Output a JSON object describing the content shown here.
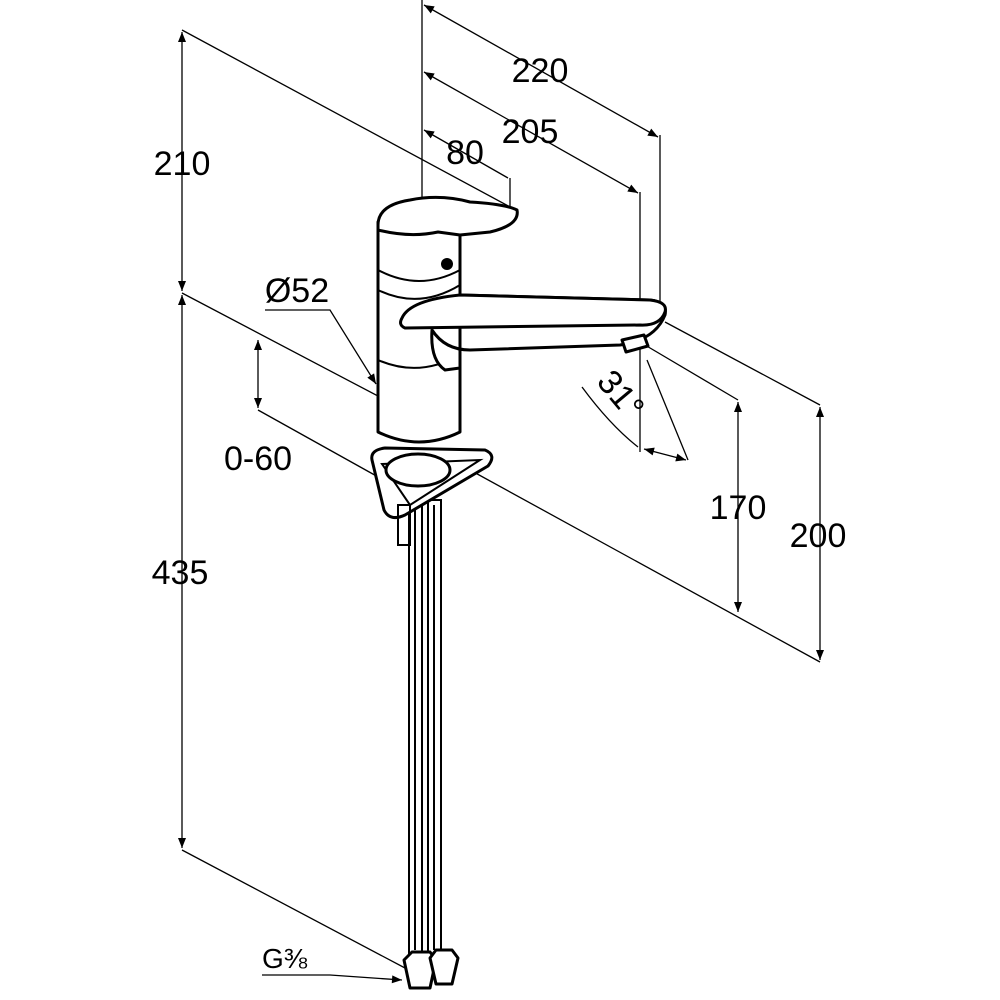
{
  "drawing": {
    "title": "Single-lever kitchen mixer dimension drawing",
    "dimensions": {
      "height_top": "210",
      "overall_length": "435",
      "adjust_range": "0-60",
      "spout_reach_outer": "220",
      "spout_reach_inner": "205",
      "handle_reach": "80",
      "body_diameter": "Ø52",
      "swivel_angle": "31°",
      "outlet_height": "170",
      "spout_height": "200",
      "connection_thread": "G⅜"
    },
    "colors": {
      "line": "#000000",
      "background": "#ffffff"
    }
  }
}
